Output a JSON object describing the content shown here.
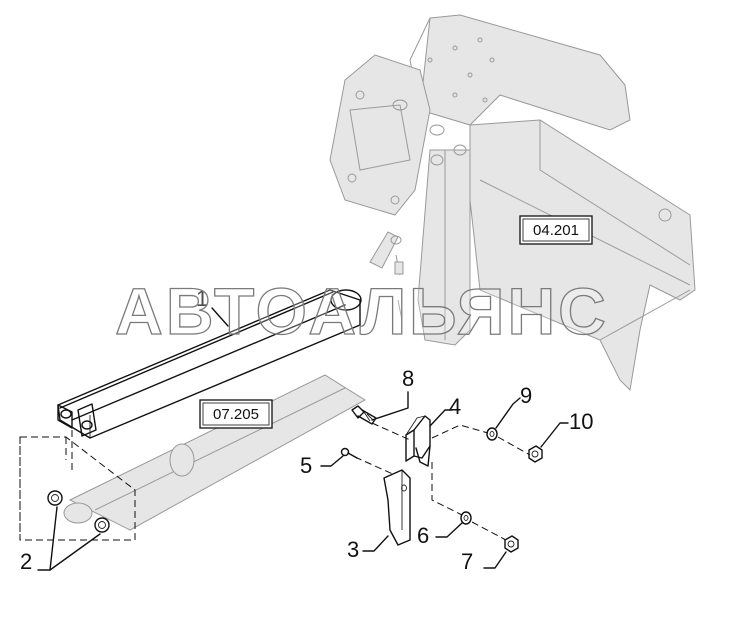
{
  "watermark": "АВТОАЛЬЯНС",
  "reference_boxes": [
    {
      "id": "ref-04201",
      "text": "04.201"
    },
    {
      "id": "ref-07205",
      "text": "07.205"
    }
  ],
  "callouts": {
    "c1": "1",
    "c2": "2",
    "c3": "3",
    "c4": "4",
    "c5": "5",
    "c6": "6",
    "c7": "7",
    "c8": "8",
    "c9": "9",
    "c10": "10"
  }
}
